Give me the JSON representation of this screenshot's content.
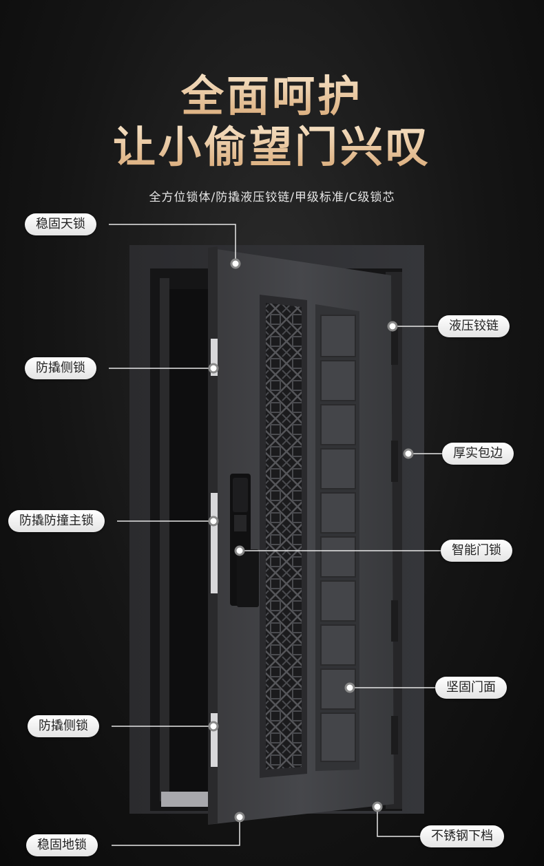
{
  "headline": {
    "line1": "全面呵护",
    "line2": "让小偷望门兴叹"
  },
  "subtitle": "全方位锁体/防撬液压铰链/甲级标准/C级锁芯",
  "callouts": {
    "top_lock": "稳固天锁",
    "side_lock_upper": "防撬侧锁",
    "main_lock": "防撬防撞主锁",
    "side_lock_lower": "防撬侧锁",
    "ground_lock": "稳固地锁",
    "hinge": "液压铰链",
    "edge_wrap": "厚实包边",
    "smart_lock": "智能门锁",
    "door_face": "坚固门面",
    "threshold": "不锈钢下档"
  }
}
